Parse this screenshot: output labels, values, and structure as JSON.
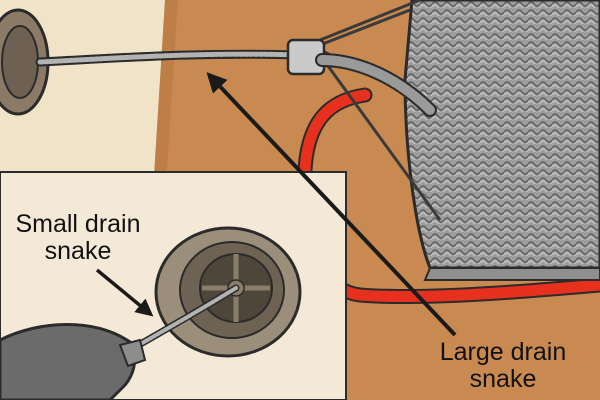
{
  "labels": {
    "small_drain_snake": {
      "line1": "Small drain",
      "line2": "snake"
    },
    "large_drain_snake": {
      "line1": "Large drain",
      "line2": "snake"
    }
  },
  "colors": {
    "floor": "#c98a52",
    "wall": "#f1e3c8",
    "inset_background": "#f3e9d6",
    "red_cord": "#e8301f",
    "snake_cable": "#b3b3b3",
    "drill_body": "#6b6b6b",
    "outline": "#2b2b2b"
  },
  "icons": [
    "arrow-icon"
  ]
}
